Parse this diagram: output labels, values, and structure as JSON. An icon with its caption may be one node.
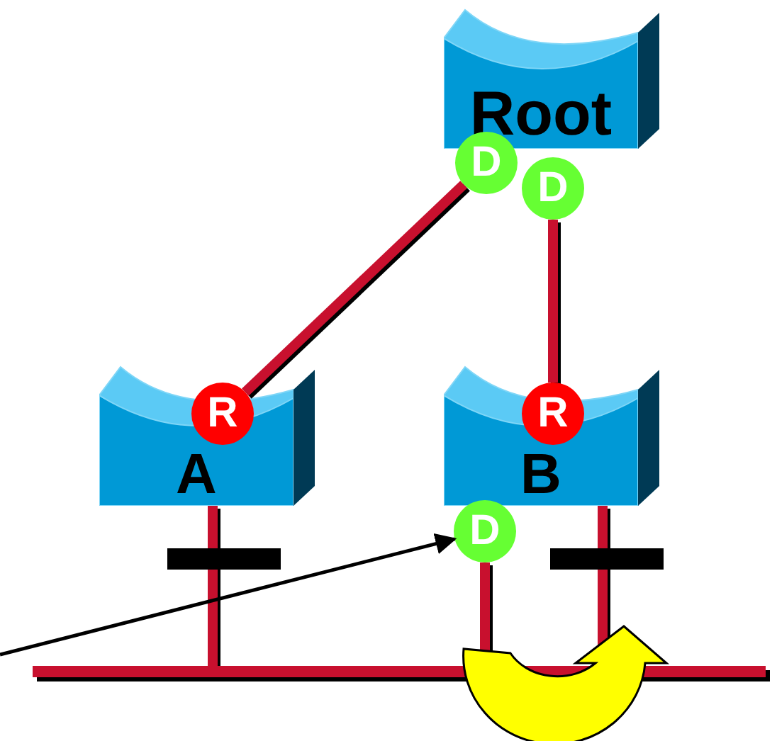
{
  "diagram": {
    "nodes": [
      {
        "text": [
          "Root"
        ]
      },
      {
        "text": [
          "D"
        ]
      },
      {
        "text": [
          "D"
        ]
      },
      {
        "text": [
          "A"
        ]
      },
      {
        "text": [
          "R"
        ]
      },
      {
        "text": [
          "B"
        ]
      },
      {
        "text": [
          "R"
        ]
      },
      {
        "text": [
          "D"
        ]
      },
      {
        "text": [],
        "shape": "bar"
      }
    ],
    "edges": [
      {
        "from": 1,
        "to": 4,
        "arrow": "none"
      },
      {
        "from": 2,
        "to": 6,
        "arrow": "none"
      },
      {
        "from": 3,
        "to": 8,
        "arrow": "none"
      },
      {
        "from": 7,
        "to": 8,
        "arrow": "none"
      },
      {
        "from": 5,
        "to": 8,
        "arrow": "none"
      },
      {
        "from": null,
        "to": 7,
        "arrow": "to",
        "color": "#000000"
      }
    ]
  }
}
